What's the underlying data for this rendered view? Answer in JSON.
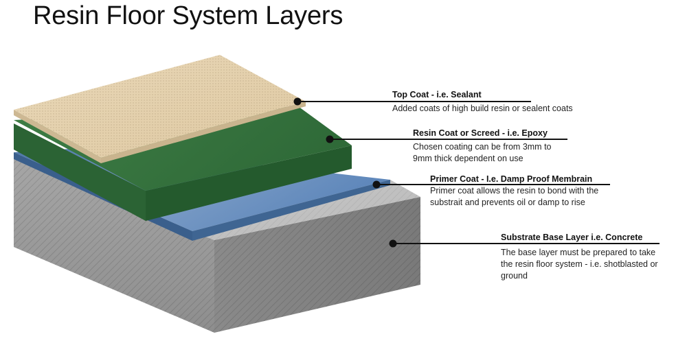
{
  "title": "Resin Floor System Layers",
  "colors": {
    "top_coat": "#e6d3b0",
    "resin_coat": "#2f6a38",
    "primer_coat": "#5a86bd",
    "substrate": "#9a9a9a",
    "leader": "#111111"
  },
  "layers": [
    {
      "title": "Top Coat - i.e. Sealant",
      "description": [
        "Added coats of high build resin or sealent coats"
      ]
    },
    {
      "title": "Resin Coat or Screed - i.e. Epoxy",
      "description": [
        "Chosen coating can be from 3mm to",
        "9mm thick dependent on use"
      ]
    },
    {
      "title": "Primer Coat - I.e. Damp Proof Membrain",
      "description": [
        "Primer coat allows the resin to bond with the",
        "substrait and prevents oil or damp to rise"
      ]
    },
    {
      "title": "Substrate Base Layer i.e. Concrete",
      "description": [
        "The base layer must be prepared to take",
        "the resin floor system - i.e. shotblasted or",
        "ground"
      ]
    }
  ]
}
